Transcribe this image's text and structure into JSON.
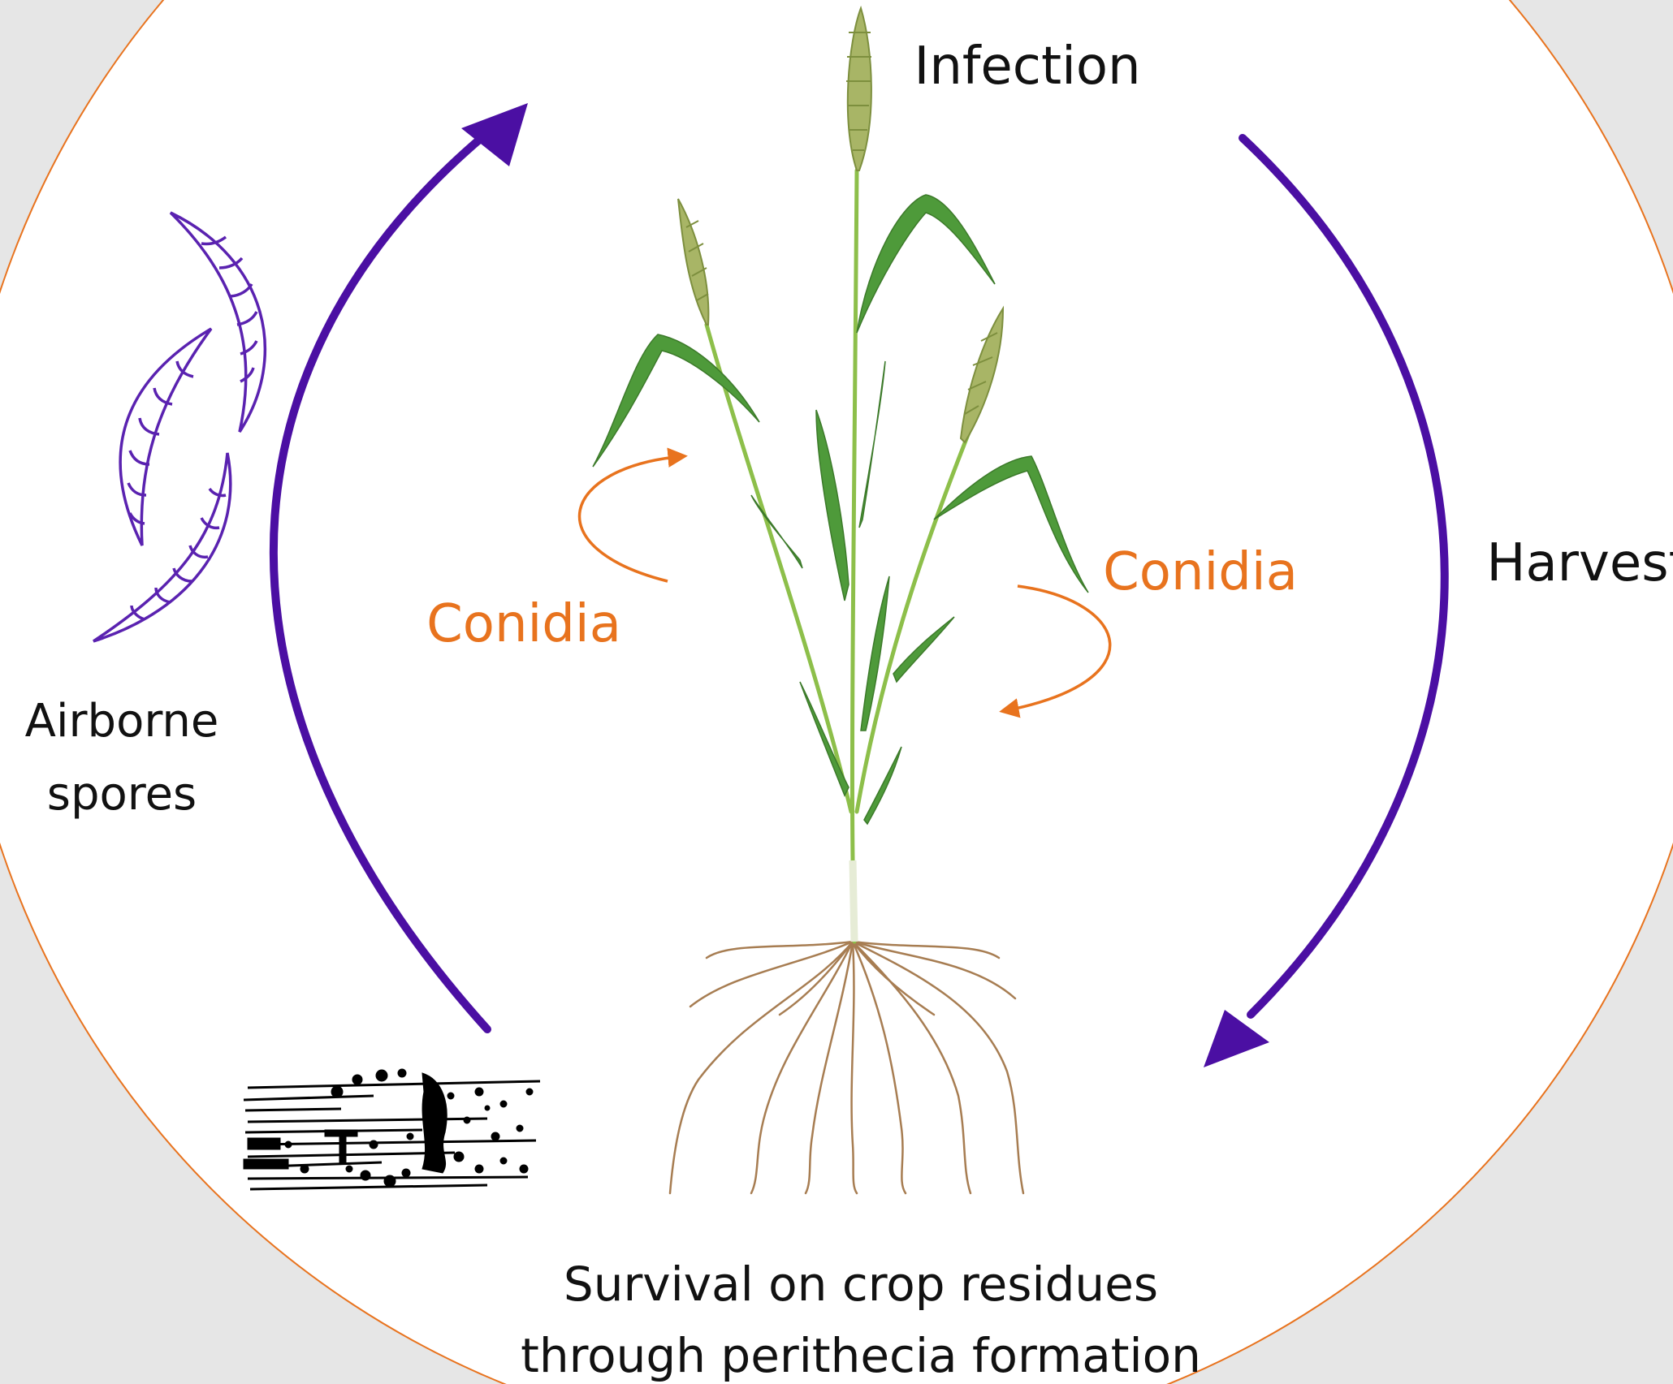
{
  "labels": {
    "infection": "Infection",
    "harvest": "Harvest",
    "airborne_line1": "Airborne",
    "airborne_line2": "spores",
    "conidia_left": "Conidia",
    "conidia_right": "Conidia",
    "survival_line1": "Survival on crop residues",
    "survival_line2": "through perithecia formation"
  },
  "colors": {
    "cycle_arrow": "#4b0fa3",
    "conidia": "#e8731e",
    "circle_outline": "#e8731e",
    "background_ring": "#e6e6e6",
    "inner_disc": "#ffffff",
    "spore_outline": "#5a22b0",
    "text": "#111111"
  },
  "icons": {
    "plant": "wheat-plant-icon",
    "spores": "airborne-spores-icon",
    "residue": "crop-residue-icon"
  }
}
